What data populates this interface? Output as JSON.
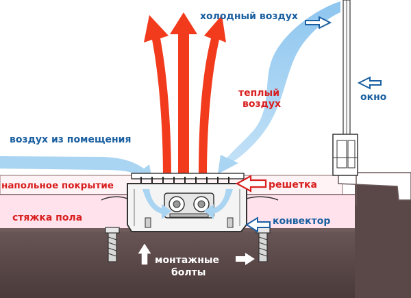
{
  "labels": {
    "cold_air": "холодный воздух",
    "window": "окно",
    "warm_air_1": "теплый",
    "warm_air_2": "воздух",
    "room_air": "воздух из помещения",
    "floor_covering": "напольное покрытие",
    "grille": "решетка",
    "screed": "стяжка пола",
    "convector": "конвектор",
    "bolts_1": "монтажные",
    "bolts_2": "болты"
  },
  "colors": {
    "warm": "#f23a1d",
    "cold": "#a9d4f2",
    "ground": "#5c4a4a",
    "screed": "#ffe2ec",
    "label_red": "#d81f1f",
    "label_blue": "#1a5fa0"
  }
}
